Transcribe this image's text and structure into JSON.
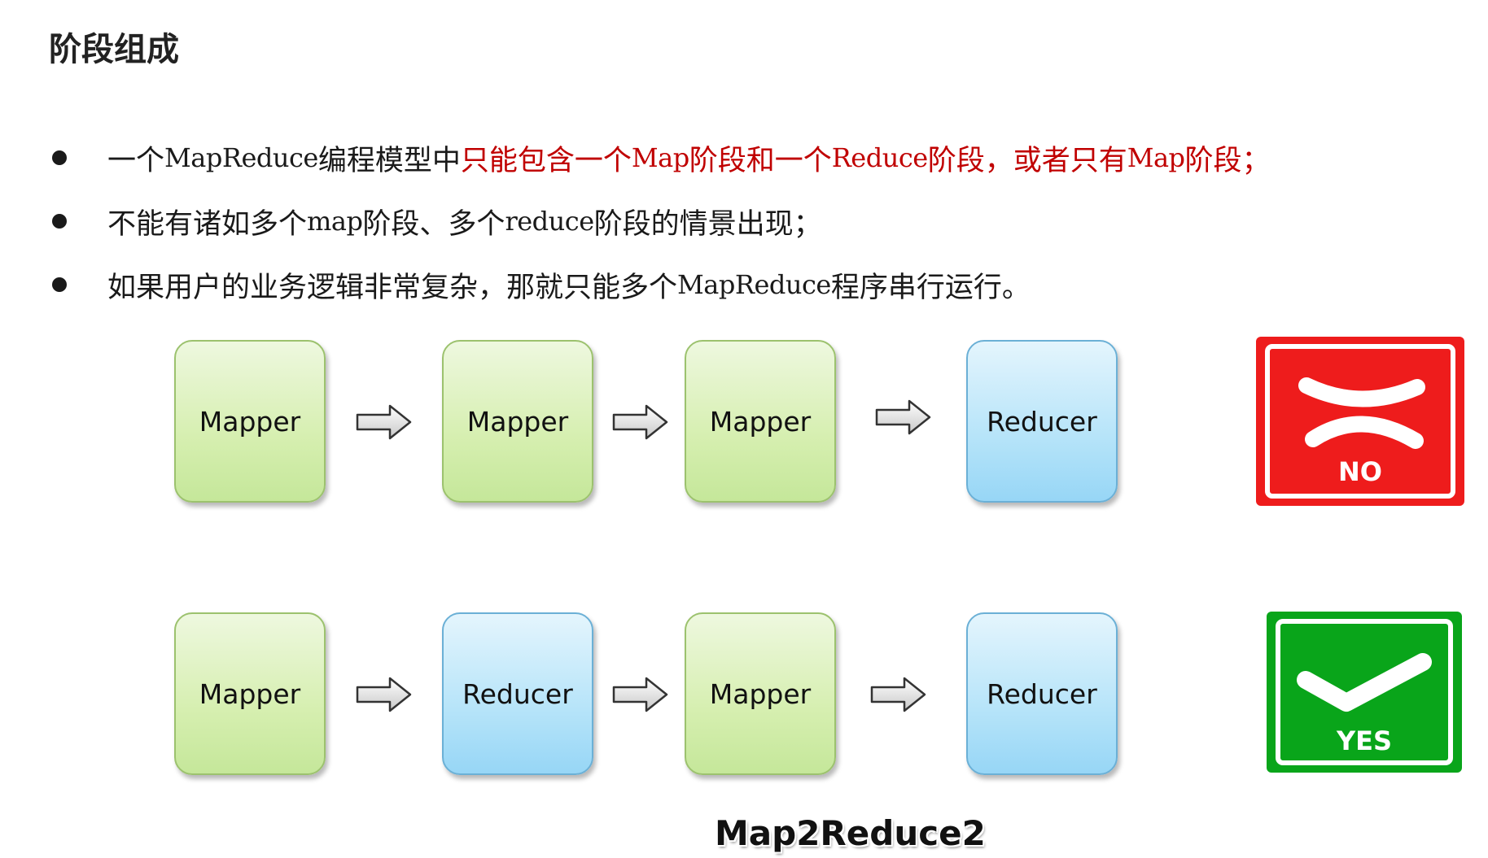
{
  "title": "阶段组成",
  "bullets": [
    {
      "segments": [
        {
          "text": "一个",
          "latin": false,
          "red": false
        },
        {
          "text": "MapReduce",
          "latin": true,
          "red": false
        },
        {
          "text": "编程模型中",
          "latin": false,
          "red": false
        },
        {
          "text": "只能包含一个",
          "latin": false,
          "red": true
        },
        {
          "text": "Map",
          "latin": true,
          "red": true
        },
        {
          "text": "阶段和一个",
          "latin": false,
          "red": true
        },
        {
          "text": "Reduce",
          "latin": true,
          "red": true
        },
        {
          "text": "阶段，或者只有",
          "latin": false,
          "red": true
        },
        {
          "text": "Map",
          "latin": true,
          "red": true
        },
        {
          "text": "阶段；",
          "latin": false,
          "red": true
        }
      ]
    },
    {
      "segments": [
        {
          "text": "不能有诸如多个",
          "latin": false,
          "red": false
        },
        {
          "text": "map",
          "latin": true,
          "red": false
        },
        {
          "text": "阶段、多个",
          "latin": false,
          "red": false
        },
        {
          "text": "reduce",
          "latin": true,
          "red": false
        },
        {
          "text": "阶段的情景出现；",
          "latin": false,
          "red": false
        }
      ]
    },
    {
      "segments": [
        {
          "text": "如果用户的业务逻辑非常复杂，那就只能多个",
          "latin": false,
          "red": false
        },
        {
          "text": "MapReduce",
          "latin": true,
          "red": false
        },
        {
          "text": "程序串行运行。",
          "latin": false,
          "red": false
        }
      ]
    }
  ],
  "flows": [
    {
      "boxes": [
        {
          "label": "Mapper",
          "kind": "mapper"
        },
        {
          "label": "Mapper",
          "kind": "mapper"
        },
        {
          "label": "Mapper",
          "kind": "mapper"
        },
        {
          "label": "Reducer",
          "kind": "reducer"
        }
      ],
      "verdict": {
        "label": "NO",
        "icon": "x-cross-icon",
        "color": "#ee1c1c"
      }
    },
    {
      "boxes": [
        {
          "label": "Mapper",
          "kind": "mapper"
        },
        {
          "label": "Reducer",
          "kind": "reducer"
        },
        {
          "label": "Mapper",
          "kind": "mapper"
        },
        {
          "label": "Reducer",
          "kind": "reducer"
        }
      ],
      "verdict": {
        "label": "YES",
        "icon": "check-mark-icon",
        "color": "#09a51a"
      }
    }
  ],
  "caption": "Map2Reduce2"
}
